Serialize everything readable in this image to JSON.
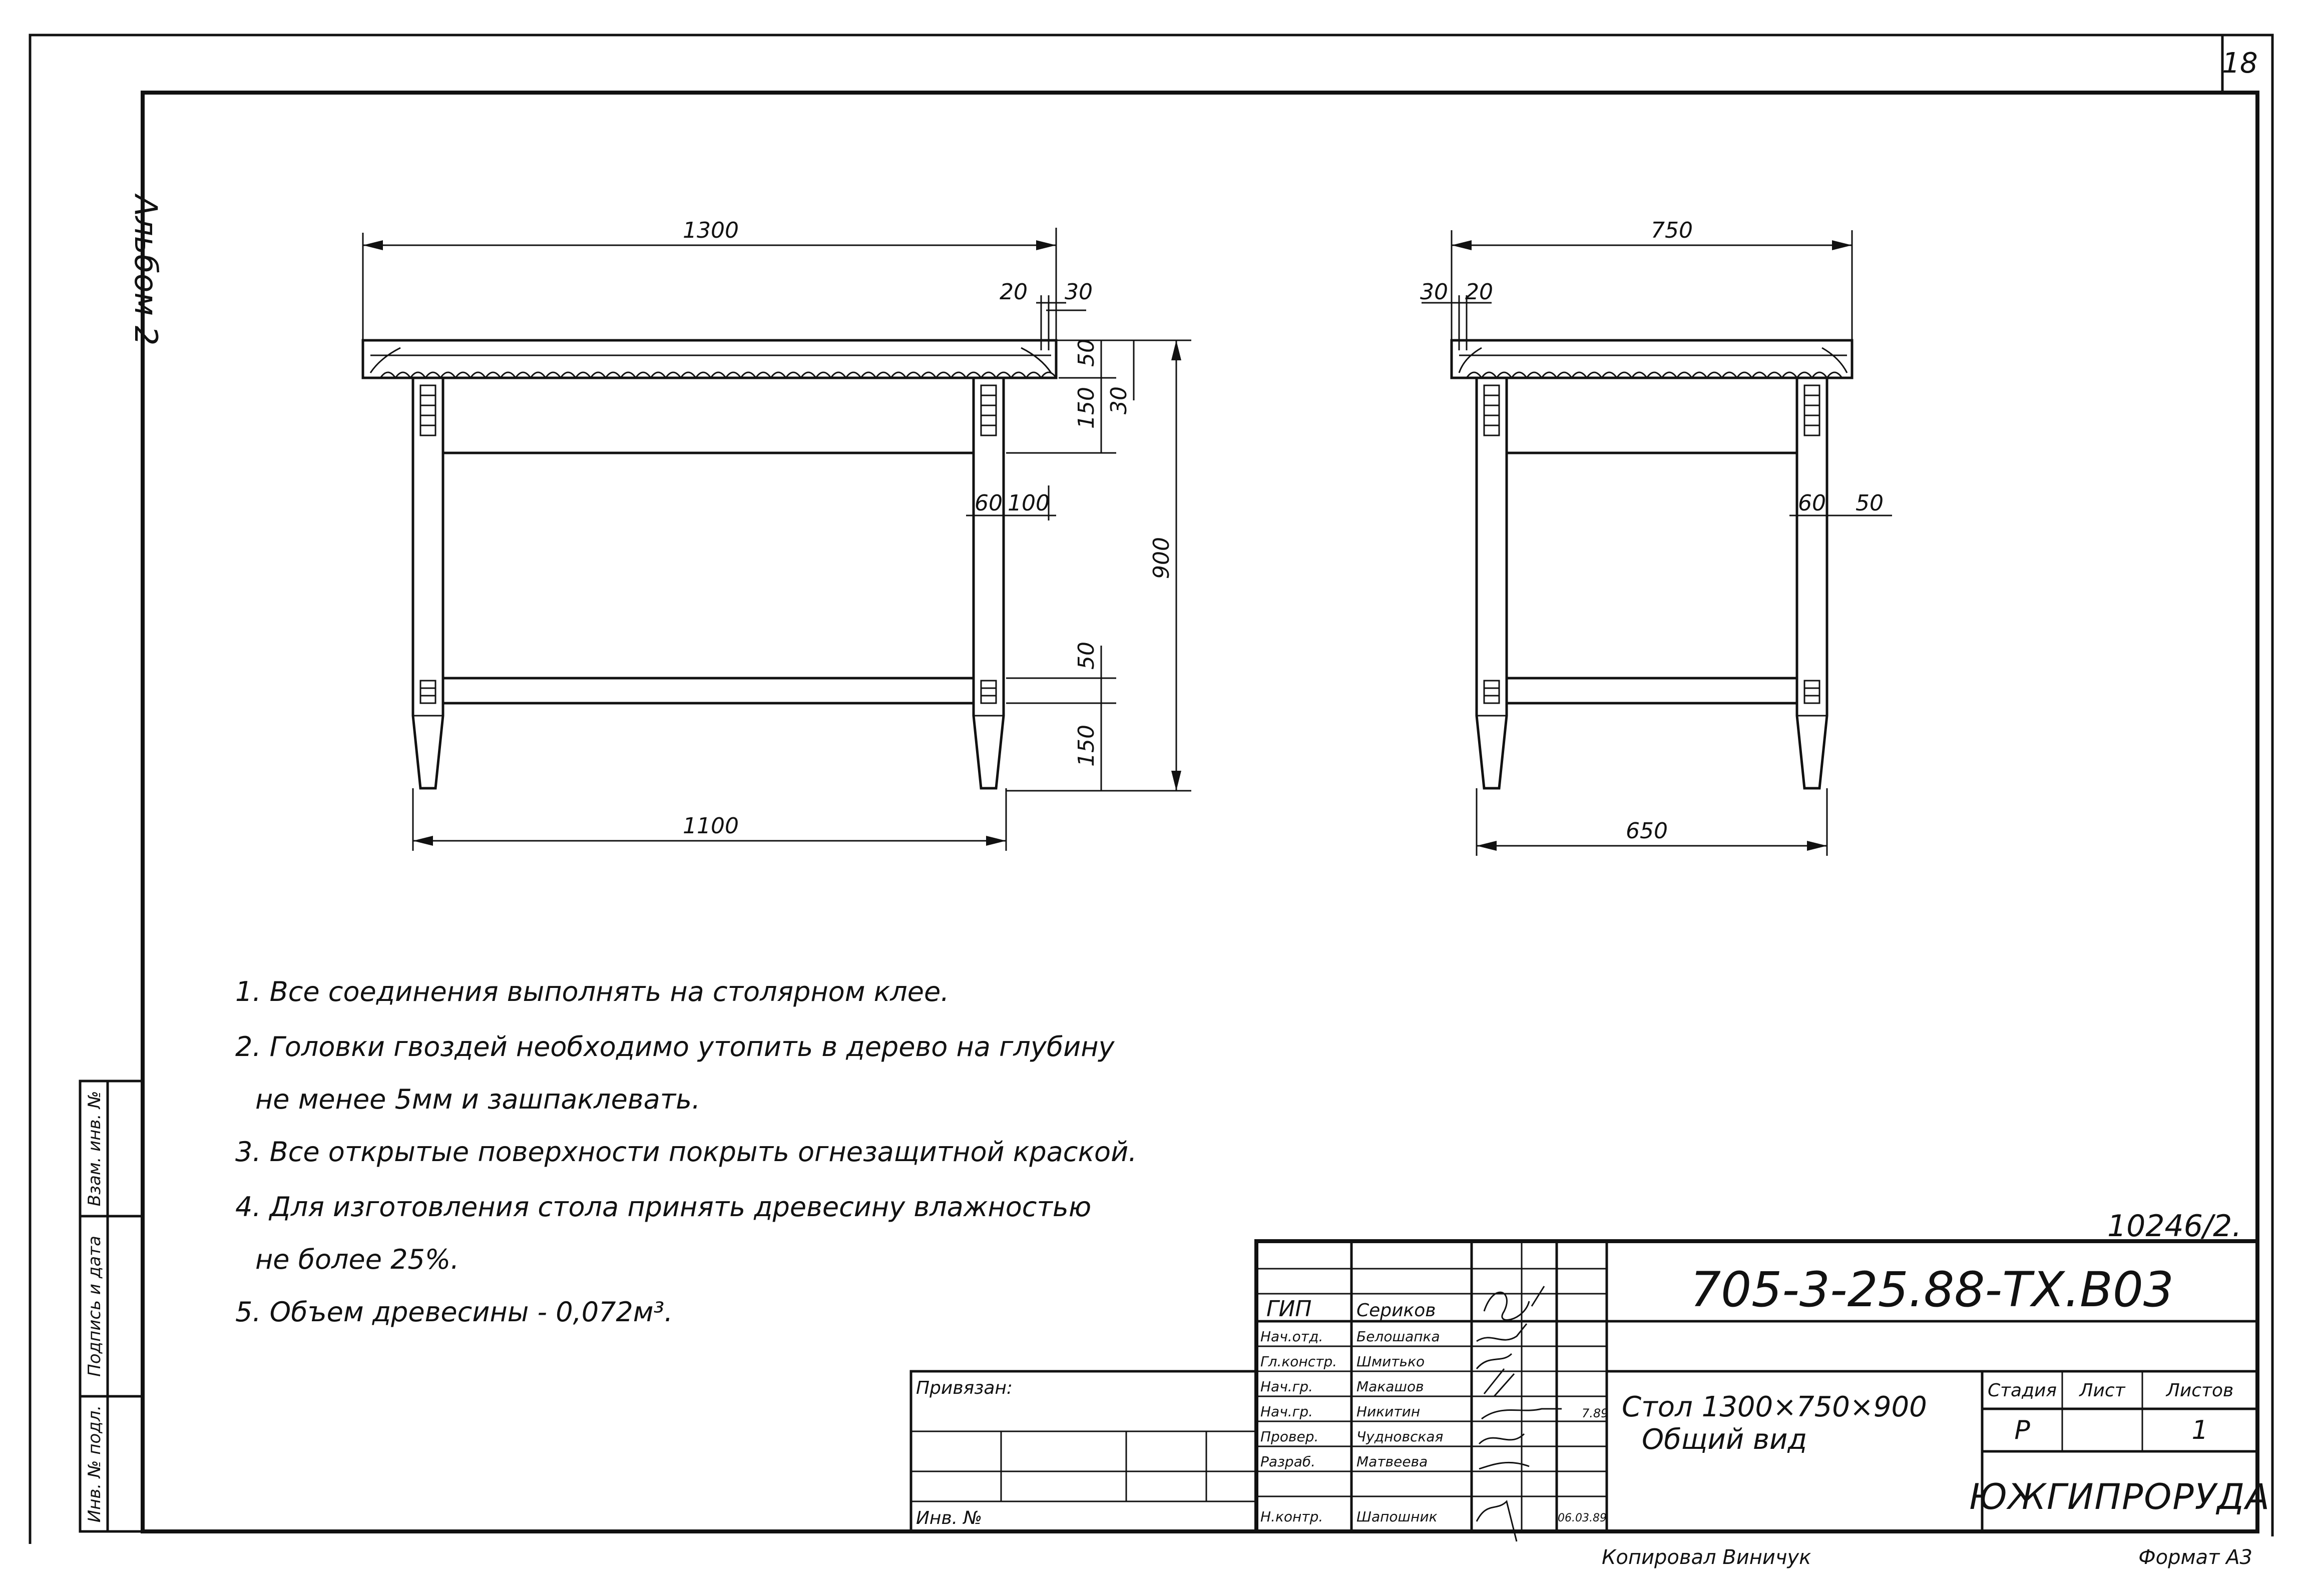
{
  "sheet_number": "18",
  "album_label": "Альбом 2",
  "front_view": {
    "overall_length": "1300",
    "top_overhang_inner": "20",
    "top_overhang_outer": "30",
    "top_thickness": "50",
    "apron_height": "150",
    "apron_offset": "30",
    "leg_width": "60",
    "leg_inset": "100",
    "total_height": "900",
    "stretcher_height": "50",
    "foot_height": "150",
    "base_length": "1100"
  },
  "side_view": {
    "overall_width": "750",
    "top_overhang_outer": "30",
    "top_overhang_inner": "20",
    "leg_width": "60",
    "leg_inset": "50",
    "base_width": "650"
  },
  "notes": [
    "1. Все соединения выполнять на столярном клее.",
    "2. Головки гвоздей необходимо утопить в дерево на глубину",
    "не менее 5мм и зашпаклевать.",
    "3. Все открытые поверхности покрыть огнезащитной краской.",
    "4. Для изготовления стола принять древесину влажностью",
    "не более 25%.",
    "5. Объем древесины - 0,072м³."
  ],
  "side_stamp": {
    "inv_podl": "Инв. № подл.",
    "podpis_data": "Подпись и дата",
    "vzam_inv": "Взам. инв. №"
  },
  "binding": {
    "privyazan": "Привязан:",
    "inv_no": "Инв. №"
  },
  "title_block": {
    "archive_number": "10246/2.",
    "document_code": "705-3-25.88-ТХ.В03",
    "title_line1": "Стол 1300×750×900",
    "title_line2": "Общий вид",
    "stage_header": "Стадия",
    "sheet_header": "Лист",
    "sheets_header": "Листов",
    "stage_value": "Р",
    "sheets_value": "1",
    "organization": "ЮЖГИПРОРУДА",
    "signatories": [
      {
        "role": "ГИП",
        "name": "Сериков"
      },
      {
        "role": "Нач.отд.",
        "name": "Белошапка"
      },
      {
        "role": "Гл.констр.",
        "name": "Шмитько"
      },
      {
        "role": "Нач.гр.",
        "name": "Макашов"
      },
      {
        "role": "Нач.гр.",
        "name": "Никитин"
      },
      {
        "role": "Провер.",
        "name": "Чудновская"
      },
      {
        "role": "Разраб.",
        "name": "Матвеева"
      },
      {
        "role": "Н.контр.",
        "name": "Шапошник"
      }
    ],
    "date_a": "7.89",
    "date_b": "06.03.89"
  },
  "footer": {
    "copied_by": "Копировал Виничук",
    "format": "Формат А3"
  }
}
